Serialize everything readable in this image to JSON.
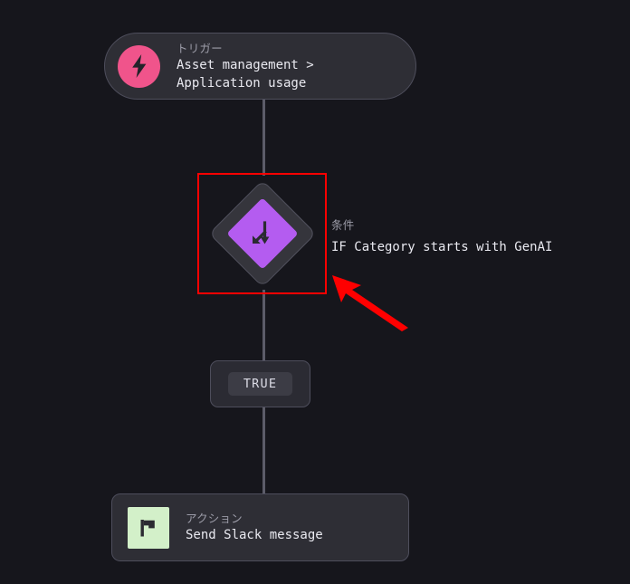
{
  "canvas": {
    "background_color": "#16161c",
    "connector_color": "#5c5c68"
  },
  "workflow": {
    "trigger": {
      "kicker": "トリガー",
      "title": "Asset management >\nApplication usage",
      "icon": "lightning-bolt-icon",
      "icon_bg": "#f0548b"
    },
    "condition": {
      "kicker": "条件",
      "expression": "IF Category starts with GenAI",
      "icon": "branch-split-arrow-icon",
      "icon_bg": "#b45cf0",
      "highlight_color": "#ff0000",
      "highlighted": true
    },
    "branch": {
      "label": "TRUE"
    },
    "action": {
      "kicker": "アクション",
      "title": "Send Slack message",
      "icon": "flag-icon",
      "icon_bg": "#d3f0c9"
    }
  },
  "annotation": {
    "arrow_color": "#ff0000",
    "arrow_target": "condition-node"
  }
}
